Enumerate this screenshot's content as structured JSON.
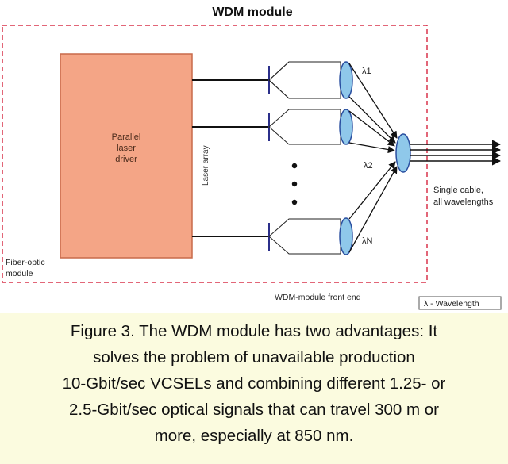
{
  "diagram": {
    "title": "WDM module",
    "driver_block_label": [
      "Parallel",
      "laser",
      "driver"
    ],
    "laser_array_label": "Laser array",
    "wavelength_labels": [
      "λ1",
      "λ2",
      "λN"
    ],
    "output_label": [
      "Single cable,",
      "all wavelengths"
    ],
    "fiber_optic_module_label": [
      "Fiber-optic",
      "module"
    ],
    "front_end_label": "WDM-module front end",
    "legend": "λ - Wavelength",
    "colors": {
      "driver_fill": "#f4a586",
      "driver_stroke": "#c86a4a",
      "module_border": "#d8344c",
      "lens_fill": "#8fc8ea",
      "lens_stroke": "#2a4fa0",
      "emitter_stroke": "#2b2f8a"
    }
  },
  "caption": {
    "lines": [
      "Figure 3. The WDM module has two advantages: It",
      "solves the problem of unavailable production",
      "10-Gbit/sec VCSELs and combining different 1.25- or",
      "2.5-Gbit/sec optical signals that can travel 300 m or",
      "more, especially at 850 nm."
    ],
    "background": "#fbfbdf"
  }
}
